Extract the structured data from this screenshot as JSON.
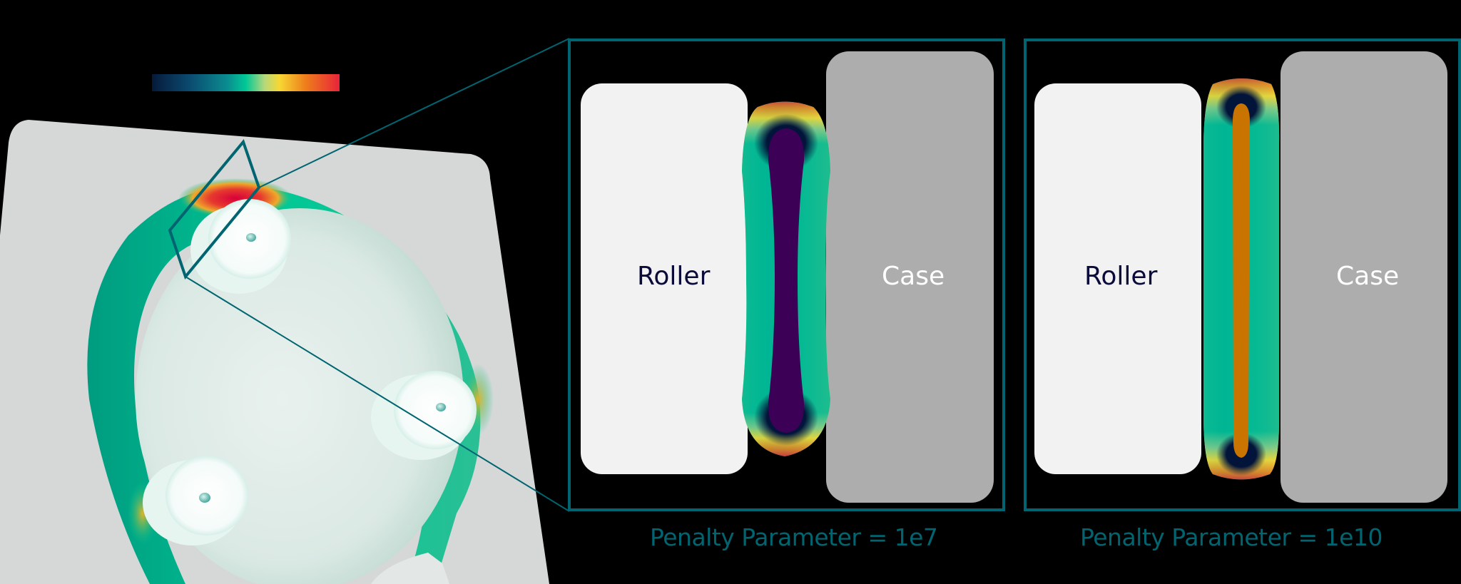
{
  "colorbar": {
    "stops": [
      "#061a3a",
      "#0b4a6f",
      "#0a8c90",
      "#00c896",
      "#b5d87c",
      "#f7d733",
      "#ee7d1c",
      "#e8243a"
    ],
    "tick_labels": []
  },
  "overview": {
    "description": "3D contact-pressure contour of roller bearing seal in case",
    "outline_color": "#006570",
    "plate_color": "#d6d8d8",
    "seal_color": "#00b894",
    "hot_spot_color": "#d9003a"
  },
  "panels": [
    {
      "roller_label": "Roller",
      "case_label": "Case",
      "caption": "Penalty Parameter = 1e7",
      "core_color": "#3d0057"
    },
    {
      "roller_label": "Roller",
      "case_label": "Case",
      "caption": "Penalty Parameter = 1e10",
      "core_color": "#c97400"
    }
  ],
  "colors": {
    "frame": "#006570",
    "roller": "#f2f2f2",
    "case": "#adadad",
    "background": "#000000"
  }
}
